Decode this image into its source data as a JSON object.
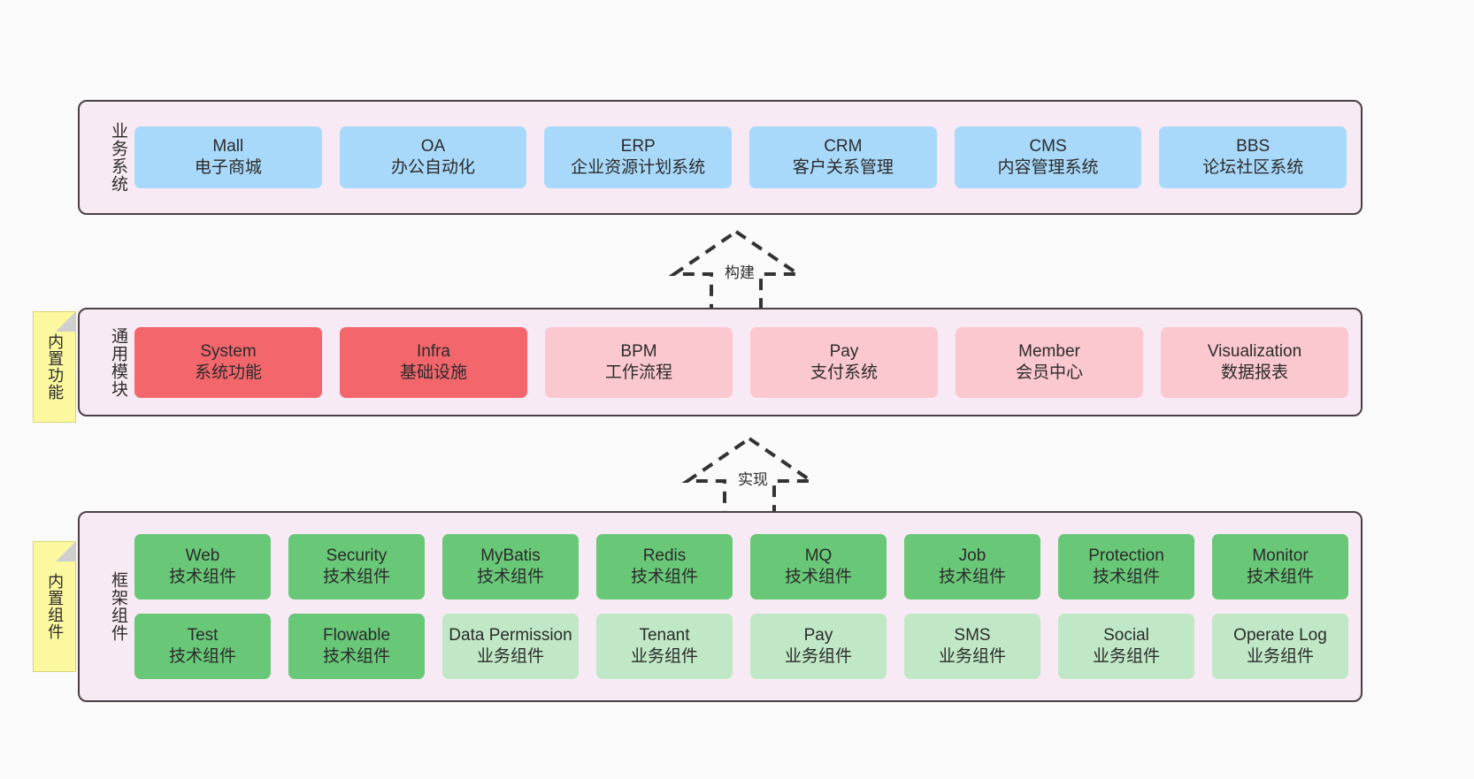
{
  "diagram": {
    "title_hidden": "",
    "colors": {
      "panel_bg": "#f8eaf4",
      "panel_border": "#4a3f48",
      "business": "#a9d9fa",
      "module_core": "#f2666c",
      "module_optional": "#fbc8d0",
      "tech_component": "#68c878",
      "biz_component": "#c0e8c6",
      "note_bg": "#fbf8a0",
      "canvas_bg": "#fafafa"
    }
  },
  "layers": {
    "business": {
      "title": "业务系统",
      "items": [
        {
          "name": "Mall",
          "desc": "电子商城"
        },
        {
          "name": "OA",
          "desc": "办公自动化"
        },
        {
          "name": "ERP",
          "desc": "企业资源计划系统"
        },
        {
          "name": "CRM",
          "desc": "客户关系管理"
        },
        {
          "name": "CMS",
          "desc": "内容管理系统"
        },
        {
          "name": "BBS",
          "desc": "论坛社区系统"
        }
      ]
    },
    "modules": {
      "title": "通用模块",
      "note": "内置功能",
      "items": [
        {
          "name": "System",
          "desc": "系统功能",
          "style": "core"
        },
        {
          "name": "Infra",
          "desc": "基础设施",
          "style": "core"
        },
        {
          "name": "BPM",
          "desc": "工作流程",
          "style": "optional"
        },
        {
          "name": "Pay",
          "desc": "支付系统",
          "style": "optional"
        },
        {
          "name": "Member",
          "desc": "会员中心",
          "style": "optional"
        },
        {
          "name": "Visualization",
          "desc": "数据报表",
          "style": "optional"
        }
      ]
    },
    "framework": {
      "title": "框架组件",
      "note": "内置组件",
      "row1": [
        {
          "name": "Web",
          "desc": "技术组件",
          "style": "tech"
        },
        {
          "name": "Security",
          "desc": "技术组件",
          "style": "tech"
        },
        {
          "name": "MyBatis",
          "desc": "技术组件",
          "style": "tech"
        },
        {
          "name": "Redis",
          "desc": "技术组件",
          "style": "tech"
        },
        {
          "name": "MQ",
          "desc": "技术组件",
          "style": "tech"
        },
        {
          "name": "Job",
          "desc": "技术组件",
          "style": "tech"
        },
        {
          "name": "Protection",
          "desc": "技术组件",
          "style": "tech"
        },
        {
          "name": "Monitor",
          "desc": "技术组件",
          "style": "tech"
        }
      ],
      "row2": [
        {
          "name": "Test",
          "desc": "技术组件",
          "style": "tech"
        },
        {
          "name": "Flowable",
          "desc": "技术组件",
          "style": "tech"
        },
        {
          "name": "Data Permission",
          "desc": "业务组件",
          "style": "biz"
        },
        {
          "name": "Tenant",
          "desc": "业务组件",
          "style": "biz"
        },
        {
          "name": "Pay",
          "desc": "业务组件",
          "style": "biz"
        },
        {
          "name": "SMS",
          "desc": "业务组件",
          "style": "biz"
        },
        {
          "name": "Social",
          "desc": "业务组件",
          "style": "biz"
        },
        {
          "name": "Operate Log",
          "desc": "业务组件",
          "style": "biz"
        }
      ]
    }
  },
  "connectors": [
    {
      "id": "build",
      "label": "构建",
      "from": "通用模块",
      "to": "业务系统"
    },
    {
      "id": "implement",
      "label": "实现",
      "from": "框架组件",
      "to": "通用模块"
    }
  ]
}
